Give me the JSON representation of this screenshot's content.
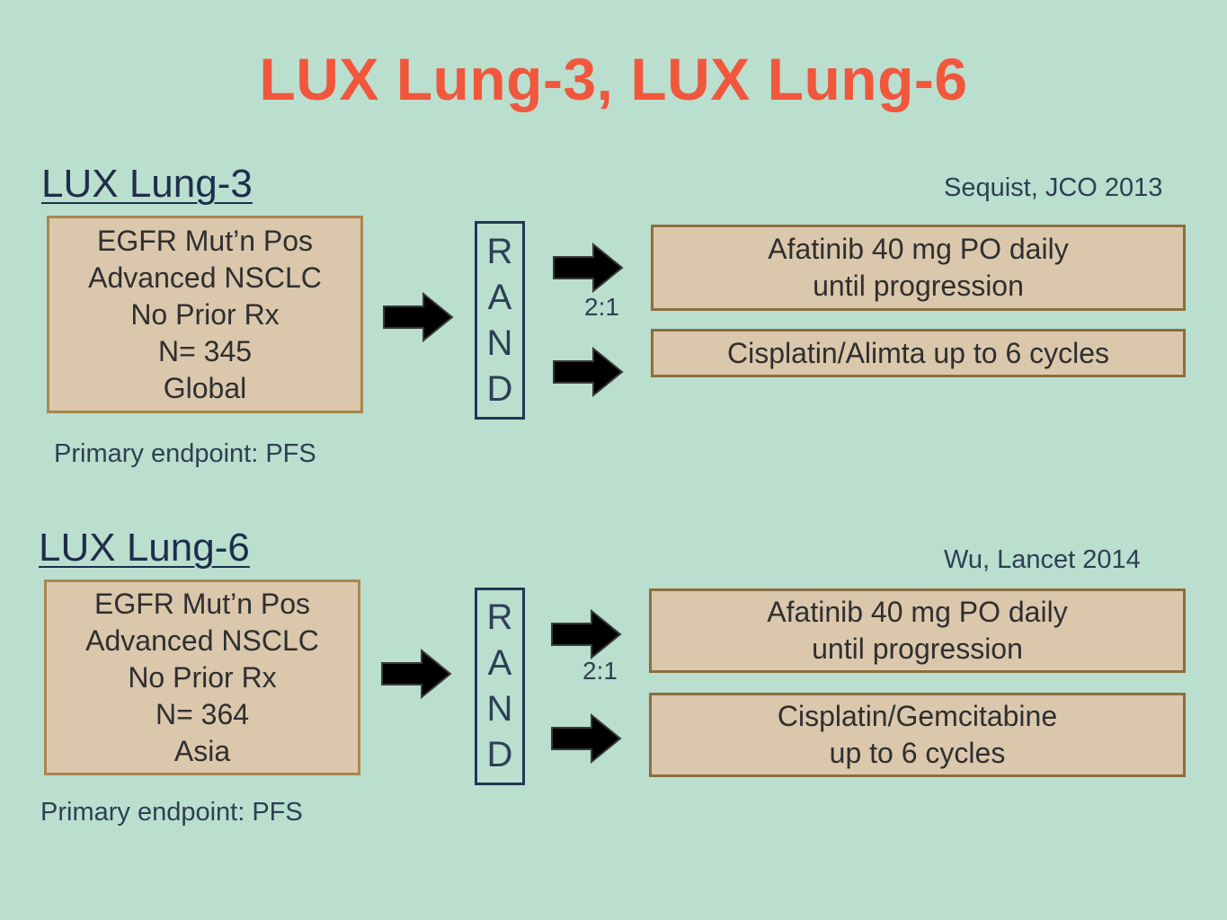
{
  "title": "LUX Lung-3, LUX Lung-6",
  "trials": [
    {
      "name": "LUX Lung-3",
      "citation": "Sequist, JCO 2013",
      "population": [
        "EGFR Mut’n Pos",
        "Advanced NSCLC",
        "No Prior Rx",
        "N= 345",
        "Global"
      ],
      "rand_letters": [
        "R",
        "A",
        "N",
        "D"
      ],
      "ratio": "2:1",
      "arms": [
        [
          "Afatinib 40 mg PO daily",
          "until progression"
        ],
        [
          "Cisplatin/Alimta up to 6 cycles"
        ]
      ],
      "endpoint": "Primary endpoint: PFS"
    },
    {
      "name": "LUX Lung-6",
      "citation": "Wu, Lancet 2014",
      "population": [
        "EGFR Mut’n Pos",
        "Advanced NSCLC",
        "No Prior Rx",
        "N= 364",
        "Asia"
      ],
      "rand_letters": [
        "R",
        "A",
        "N",
        "D"
      ],
      "ratio": "2:1",
      "arms": [
        [
          "Afatinib 40 mg PO daily",
          "until progression"
        ],
        [
          "Cisplatin/Gemcitabine",
          "up to 6 cycles"
        ]
      ],
      "endpoint": "Primary endpoint: PFS"
    }
  ],
  "colors": {
    "background": "#badfcf",
    "title": "#f0573c",
    "box_fill": "#dbc7ac",
    "box_border": "#a8874f",
    "rand_border": "#233754",
    "arrow": "#000000"
  }
}
